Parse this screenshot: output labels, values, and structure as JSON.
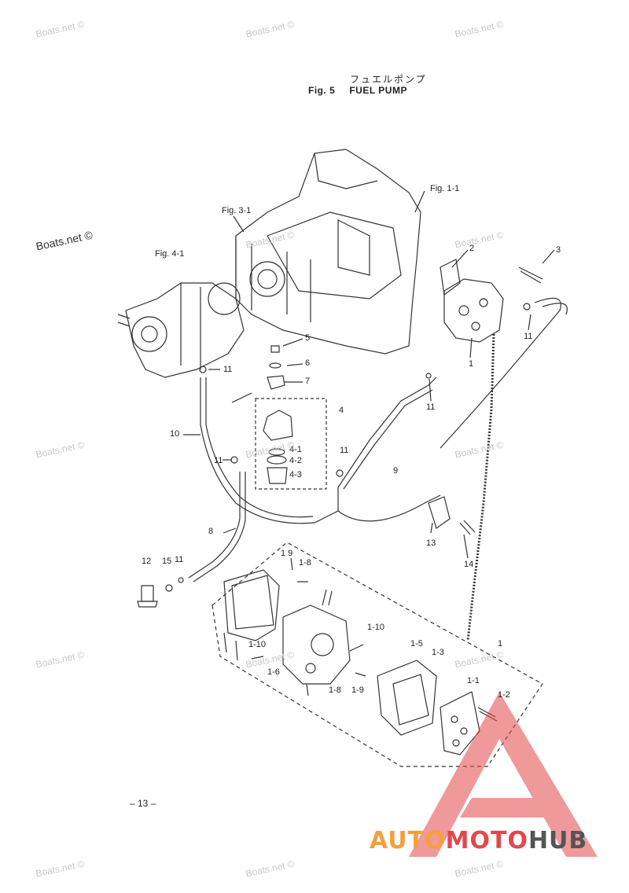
{
  "title_jp": "フュエルポンプ",
  "fig_number": "Fig. 5",
  "fig_title": "FUEL PUMP",
  "ref_labels": {
    "fig_1_1": "Fig. 1-1",
    "fig_3_1": "Fig. 3-1",
    "fig_4_1": "Fig. 4-1"
  },
  "part_labels": [
    "2",
    "3",
    "1",
    "11",
    "11",
    "5",
    "6",
    "7",
    "4",
    "11",
    "10",
    "11",
    "4-1",
    "4-2",
    "4-3",
    "11",
    "9",
    "8",
    "13",
    "14",
    "12",
    "15",
    "11",
    "1 9",
    "1-8",
    "1-10",
    "1-10",
    "1-6",
    "1-8",
    "1-9",
    "1-5",
    "1-3",
    "1",
    "1-1",
    "1-2"
  ],
  "page_number": "– 13 –",
  "watermark": "Boats.net ©",
  "logo": {
    "part1": "AUTO",
    "part2": "MOTO",
    "part3": "HUB"
  },
  "colors": {
    "line": "#333333",
    "logo_red": "#e2474b",
    "logo_orange": "#f5a03c",
    "logo_gray": "#555555"
  }
}
